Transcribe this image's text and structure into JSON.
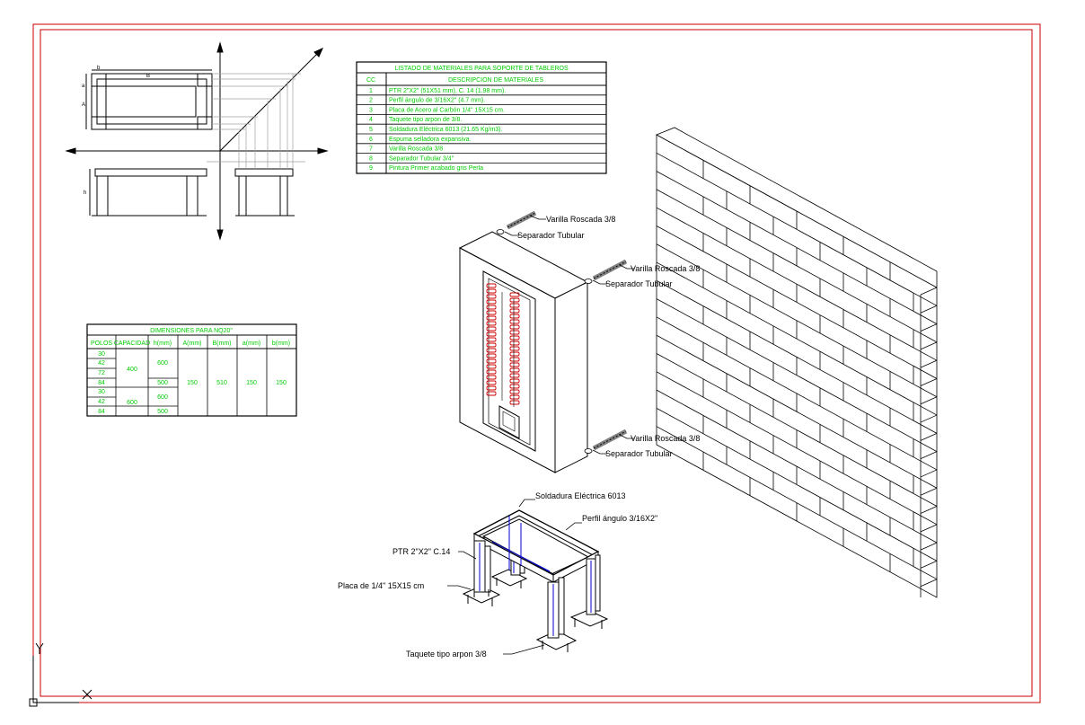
{
  "materials_table": {
    "title": "LISTADO DE MATERIALES PARA SOPORTE DE TABLEROS",
    "headers": [
      "CC",
      "DESCRIPCION DE MATERIALES"
    ],
    "rows": [
      [
        "1",
        "PTR 2\"X2\" (51X51 mm), C. 14 (1.98 mm)."
      ],
      [
        "2",
        "Perfil ángulo de 3/16X2\" (4.7 mm)."
      ],
      [
        "3",
        "Placa de Acero al Carbón 1/4\" 15X15 cm."
      ],
      [
        "4",
        "Taquete tipo arpon de 3/8."
      ],
      [
        "5",
        "Soldadura Eléctrica 6013 (21.65 Kg/m3)."
      ],
      [
        "6",
        "Espuma selladora expansiva."
      ],
      [
        "7",
        "Varilla Roscada 3/8"
      ],
      [
        "8",
        "Separador Tubular 3/4\""
      ],
      [
        "9",
        "Pintura Primer acabado gris Perla"
      ]
    ]
  },
  "dimensions_table": {
    "title": "DIMENSIONES PARA NQ20\"",
    "headers": [
      "POLOS",
      "CAPACIDAD",
      "h(mm)",
      "A(mm)",
      "B(mm)",
      "a(mm)",
      "b(mm)"
    ],
    "polos": [
      "30",
      "42",
      "72",
      "84",
      "30",
      "42",
      "84"
    ],
    "capacidad": [
      "400",
      "600"
    ],
    "h": [
      "600",
      "500",
      "600",
      "500"
    ],
    "A": "150",
    "B": "510",
    "a_val": "150",
    "b_val": "150"
  },
  "elevation_labels": {
    "b": "b",
    "B": "B",
    "a": "a",
    "A": "A",
    "h": "h"
  },
  "callouts": {
    "varilla_1": "Varilla Roscada 3/8",
    "separador_1": "Separador Tubular",
    "varilla_2": "Varilla Roscada 3/8",
    "separador_2": "Separador Tubular",
    "varilla_3": "Varilla Roscada 3/8",
    "separador_3": "Separador Tubular",
    "soldadura": "Soldadura Eléctrica 6013",
    "perfil": "Perfil ángulo 3/16X2\"",
    "ptr": "PTR 2\"X2\" C.14",
    "placa": "Placa de 1/4\" 15X15 cm",
    "taquete": "Taquete tipo arpon 3/8"
  },
  "ucs": {
    "y": "Y",
    "x": "X"
  },
  "colors": {
    "border": "#cc0000",
    "table_text": "#00cc00",
    "breaker": "#cc0000",
    "ptr_lines": "#0000cc",
    "line": "#000000",
    "gray": "#808080"
  }
}
